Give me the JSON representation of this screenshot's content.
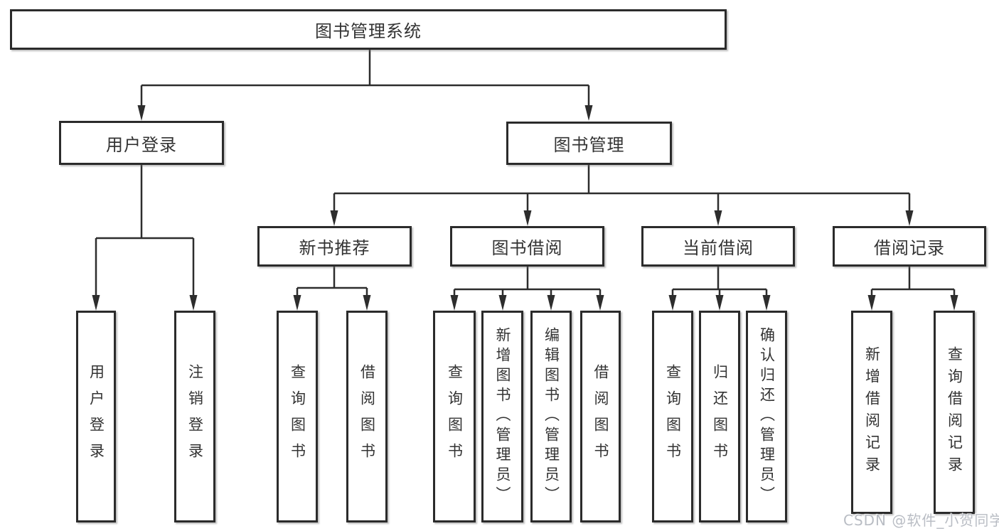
{
  "diagram": {
    "root": {
      "label": "图书管理系统"
    },
    "branches": [
      {
        "label": "用户登录",
        "children": [
          {
            "label": "用户登录"
          },
          {
            "label": "注销登录"
          }
        ]
      },
      {
        "label": "图书管理",
        "groups": [
          {
            "label": "新书推荐",
            "children": [
              {
                "label": "查询图书"
              },
              {
                "label": "借阅图书"
              }
            ]
          },
          {
            "label": "图书借阅",
            "children": [
              {
                "label": "查询图书"
              },
              {
                "label": "新增图书（管理员）"
              },
              {
                "label": "编辑图书（管理员）"
              },
              {
                "label": "借阅图书"
              }
            ]
          },
          {
            "label": "当前借阅",
            "children": [
              {
                "label": "查询图书"
              },
              {
                "label": "归还图书"
              },
              {
                "label": "确认归还（管理员）"
              }
            ]
          },
          {
            "label": "借阅记录",
            "children": [
              {
                "label": "新增借阅记录"
              },
              {
                "label": "查询借阅记录"
              }
            ]
          }
        ]
      }
    ]
  },
  "watermark": {
    "text": "CSDN @软件_小贺同学"
  },
  "colors": {
    "line": "#2d2d2d",
    "border": "#2b2b2b",
    "text": "#333333",
    "background": "#ffffff",
    "watermark": "#b9bdc4"
  }
}
